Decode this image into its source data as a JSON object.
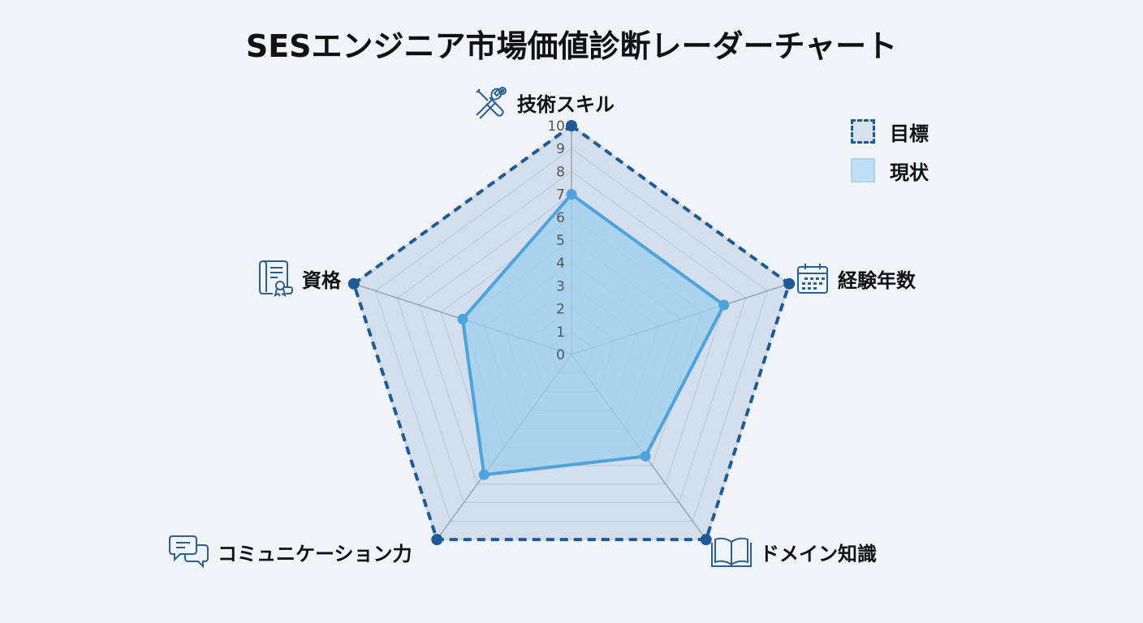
{
  "title": "SESエンジニア市場価値診断レーダーチャート",
  "legend": {
    "target_label": "目標",
    "current_label": "現状"
  },
  "axes": [
    {
      "label": "技術スキル",
      "icon": "wrench-gear-icon"
    },
    {
      "label": "経験年数",
      "icon": "calendar-icon"
    },
    {
      "label": "ドメイン知識",
      "icon": "open-book-icon"
    },
    {
      "label": "コミュニケーション力",
      "icon": "chat-bubbles-icon"
    },
    {
      "label": "資格",
      "icon": "certificate-icon"
    }
  ],
  "colors": {
    "target": "#1d5a96",
    "current": "#4fa3dc",
    "current_fill": "#9ccfee",
    "background": "#f0f4f8"
  },
  "chart_data": {
    "type": "radar",
    "title": "SESエンジニア市場価値診断レーダーチャート",
    "categories": [
      "技術スキル",
      "経験年数",
      "ドメイン知識",
      "コミュニケーション力",
      "資格"
    ],
    "series": [
      {
        "name": "目標",
        "values": [
          10,
          10,
          10,
          10,
          10
        ],
        "style": "dashed"
      },
      {
        "name": "現状",
        "values": [
          7,
          7,
          5.5,
          6.5,
          5
        ],
        "style": "solid-filled"
      }
    ],
    "rlim": [
      0,
      10
    ],
    "ticks": [
      "0",
      "1",
      "2",
      "3",
      "4",
      "5",
      "6",
      "7",
      "8",
      "9",
      "10"
    ],
    "grid": true,
    "legend_position": "top-right"
  }
}
